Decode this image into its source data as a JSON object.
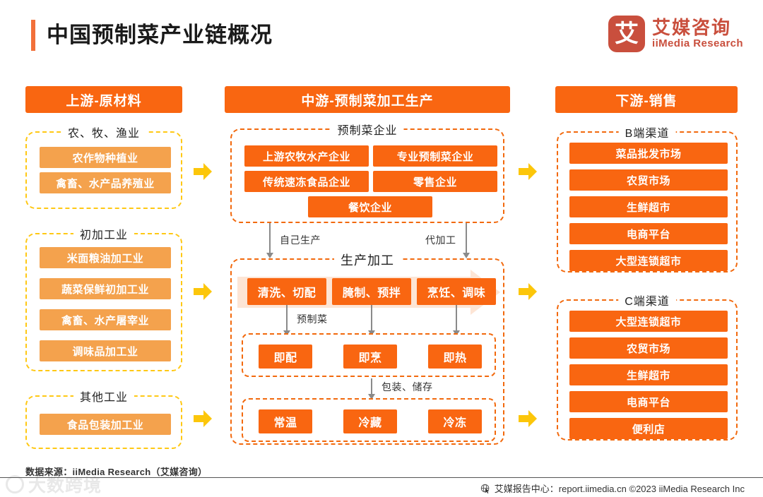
{
  "header": {
    "title": "中国预制菜产业链概况",
    "logo": {
      "mark": "艾",
      "cn": "艾媒咨询",
      "en": "iiMedia Research"
    }
  },
  "columns": {
    "upstream": {
      "header": "上游-原材料",
      "groups": [
        {
          "title": "农、牧、渔业",
          "items": [
            "农作物种植业",
            "禽畜、水产品养殖业"
          ]
        },
        {
          "title": "初加工业",
          "items": [
            "米面粮油加工业",
            "蔬菜保鲜初加工业",
            "禽畜、水产屠宰业",
            "调味品加工业"
          ]
        },
        {
          "title": "其他工业",
          "items": [
            "食品包装加工业"
          ]
        }
      ]
    },
    "midstream": {
      "header": "中游-预制菜加工生产",
      "enterprise_group": {
        "title": "预制菜企业",
        "items": [
          "上游农牧水产企业",
          "专业预制菜企业",
          "传统速冻食品企业",
          "零售企业",
          "餐饮企业"
        ]
      },
      "connector_labels": {
        "left": "自己生产",
        "right": "代加工"
      },
      "production_group": {
        "title": "生产加工",
        "steps": [
          "清洗、切配",
          "腌制、预拌",
          "烹饪、调味"
        ],
        "product_label": "预制菜",
        "product_types": [
          "即配",
          "即烹",
          "即热"
        ],
        "storage_label": "包装、储存",
        "storage_types": [
          "常温",
          "冷藏",
          "冷冻"
        ]
      }
    },
    "downstream": {
      "header": "下游-销售",
      "groups": [
        {
          "title": "B端渠道",
          "items": [
            "菜品批发市场",
            "农贸市场",
            "生鲜超市",
            "电商平台",
            "大型连锁超市"
          ]
        },
        {
          "title": "C端渠道",
          "items": [
            "大型连锁超市",
            "农贸市场",
            "生鲜超市",
            "电商平台",
            "便利店"
          ]
        }
      ]
    }
  },
  "footer": {
    "source": "数据来源：iiMedia Research（艾媒咨询）",
    "right": "艾媒报告中心：report.iimedia.cn  ©2023  iiMedia Research  Inc",
    "watermark": "大数跨境"
  },
  "colors": {
    "header_orange": "#F96611",
    "light_orange": "#F4A24D",
    "dashed_yellow": "#FFC814",
    "dashed_orange": "#F2690D",
    "arrow_yellow": "#FCC60A",
    "band_peach": "#FDE5D5",
    "logo_red": "#C94F3D",
    "title_bar": "#F2703A"
  }
}
